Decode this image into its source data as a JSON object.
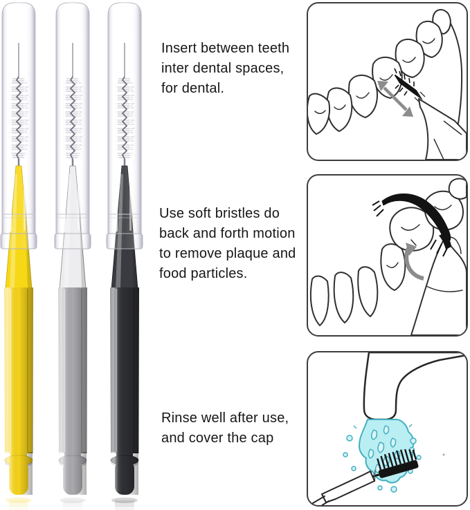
{
  "image": {
    "type": "product-instruction-graphic",
    "background": "#ffffff"
  },
  "product": {
    "name": "Interdental brushes with transparent caps",
    "brushes": [
      {
        "color_name": "yellow",
        "handle_hex": "#f3d11c"
      },
      {
        "color_name": "gray",
        "handle_hex": "#a9a9ad"
      },
      {
        "color_name": "black",
        "handle_hex": "#2e2f33"
      }
    ]
  },
  "instructions": {
    "steps": [
      {
        "text": "Insert between teeth\ninter dental spaces,\nfor dental.",
        "illustration": "brush-inserted-between-teeth-with-double-arrow"
      },
      {
        "text": "Use soft bristles do\nback and forth motion\nto remove plaque and\nfood particles.",
        "illustration": "brush-bent-over-teeth-with-rotation-arrow"
      },
      {
        "text": "Rinse well after use,\nand cover the cap",
        "illustration": "brush-rinsed-under-running-faucet"
      }
    ]
  },
  "palette": {
    "line": "#2f2f2f",
    "arrow": "#8c8c8c",
    "water_fill": "#b9eef3",
    "water_outline": "#43b0c0",
    "text": "#161616",
    "panel_border": "#3c3c3c"
  }
}
